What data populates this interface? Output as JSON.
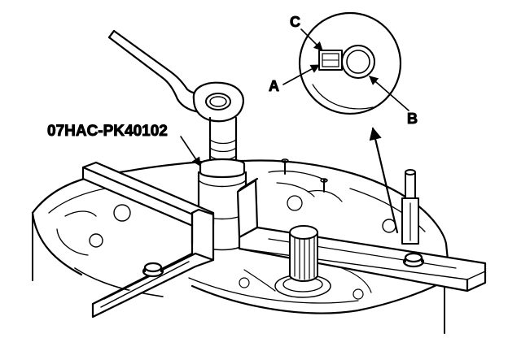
{
  "figure": {
    "part_number": "07HAC-PK40102",
    "callouts": [
      {
        "letter": "A"
      },
      {
        "letter": "B"
      },
      {
        "letter": "C"
      }
    ]
  }
}
